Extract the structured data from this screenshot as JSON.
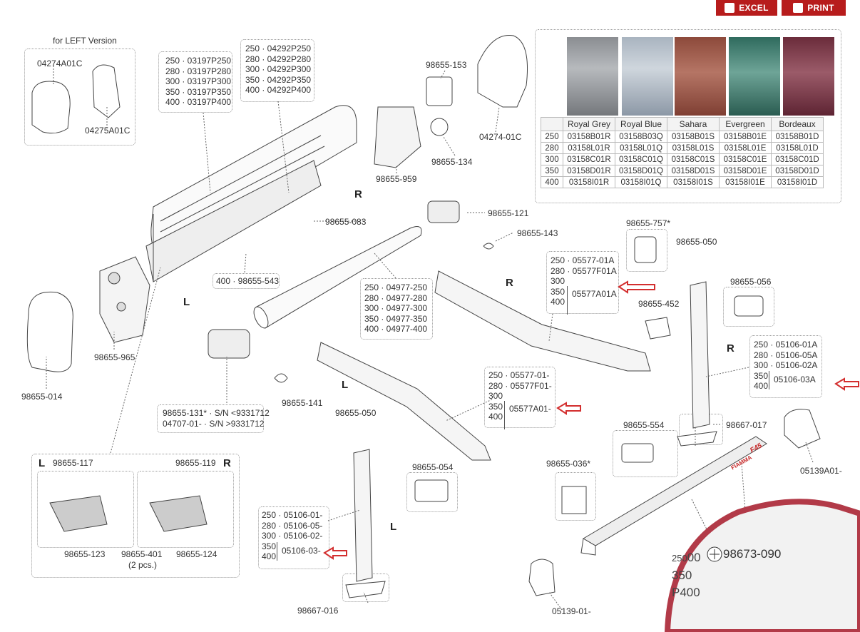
{
  "toolbar": {
    "excel_label": "EXCEL",
    "print_label": "PRINT",
    "excel_color": "#b71c1c"
  },
  "labels": {
    "left_version": "for LEFT Version",
    "p_04274A01C": "04274A01C",
    "p_04275A01C": "04275A01C",
    "p_98655_153": "98655-153",
    "p_98655_134": "98655-134",
    "p_04274_01C": "04274-01C",
    "p_98655_959": "98655-959",
    "p_98655_083": "98655-083",
    "p_98655_121": "98655-121",
    "p_98655_143": "98655-143",
    "p_98655_757": "98655-757*",
    "p_98655_050_r": "98655-050",
    "p_98655_056": "98655-056",
    "p_98655_452": "98655-452",
    "p_98655_543": "400 · 98655-543",
    "p_98655_965": "98655-965",
    "p_98655_014": "98655-014",
    "p_98655_141": "98655-141",
    "p_98667_017": "98667-017",
    "p_98655_554": "98655-554",
    "p_05139A01": "05139A01-",
    "p_98655_036": "98655-036*",
    "p_98655_050_l": "98655-050",
    "p_98655_054": "98655-054",
    "p_98667_016": "98667-016",
    "p_05139_01": "05139-01-",
    "p_98673_090": "98673-090",
    "p_98655_117": "98655-117",
    "p_98655_119": "98655-119",
    "p_98655_123": "98655-123",
    "p_98655_401": "98655-401",
    "p_98655_401_note": "(2 pcs.)",
    "p_98655_124": "98655-124",
    "side_L": "L",
    "side_R": "R",
    "fiamma": "FIAMMA",
    "f45": "F45"
  },
  "code_lists": {
    "p03197": [
      "250 · 03197P250",
      "280 · 03197P280",
      "300 · 03197P300",
      "350 · 03197P350",
      "400 · 03197P400"
    ],
    "p04292": [
      "250 · 04292P250",
      "280 · 04292P280",
      "300 · 04292P300",
      "350 · 04292P350",
      "400 · 04292P400"
    ],
    "p04977": [
      "250 · 04977-250",
      "280 · 04977-280",
      "300 · 04977-300",
      "350 · 04977-350",
      "400 · 04977-400"
    ],
    "p05577r": [
      "250 · 05577-01A",
      "280 · 05577F01A",
      "300",
      "350",
      "400"
    ],
    "p05577r_group": "05577A01A",
    "p05577l": [
      "250 · 05577-01-",
      "280 · 05577F01-",
      "300",
      "350",
      "400"
    ],
    "p05577l_group": "05577A01-",
    "p05106r": [
      "250 · 05106-01A",
      "280 · 05106-05A",
      "300 · 05106-02A",
      "350",
      "400"
    ],
    "p05106r_group": "05106-03A",
    "p05106l": [
      "250 · 05106-01-",
      "280 · 05106-05-",
      "300 · 05106-02-",
      "350",
      "400"
    ],
    "p05106l_group": "05106-03-",
    "p98655_131": [
      "98655-131* · S/N <9331712",
      "04707-01- · S/N >9331712"
    ],
    "magnifier": [
      "250",
      "350",
      "P400"
    ],
    "magnifier_prefix": "00"
  },
  "fabric_table": {
    "headers": [
      "",
      "Royal Grey",
      "Royal Blue",
      "Sahara",
      "Evergreen",
      "Bordeaux"
    ],
    "rows": [
      [
        "250",
        "03158B01R",
        "03158B03Q",
        "03158B01S",
        "03158B01E",
        "03158B01D"
      ],
      [
        "280",
        "03158L01R",
        "03158L01Q",
        "03158L01S",
        "03158L01E",
        "03158L01D"
      ],
      [
        "300",
        "03158C01R",
        "03158C01Q",
        "03158C01S",
        "03158C01E",
        "03158C01D"
      ],
      [
        "350",
        "03158D01R",
        "03158D01Q",
        "03158D01S",
        "03158D01E",
        "03158D01D"
      ],
      [
        "400",
        "03158I01R",
        "03158I01Q",
        "03158I01S",
        "03158I01E",
        "03158I01D"
      ]
    ],
    "swatch_colors": [
      "#8a8d91",
      "#a9b4c0",
      "#9c5a4a",
      "#3f7a6c",
      "#7a3848"
    ]
  }
}
